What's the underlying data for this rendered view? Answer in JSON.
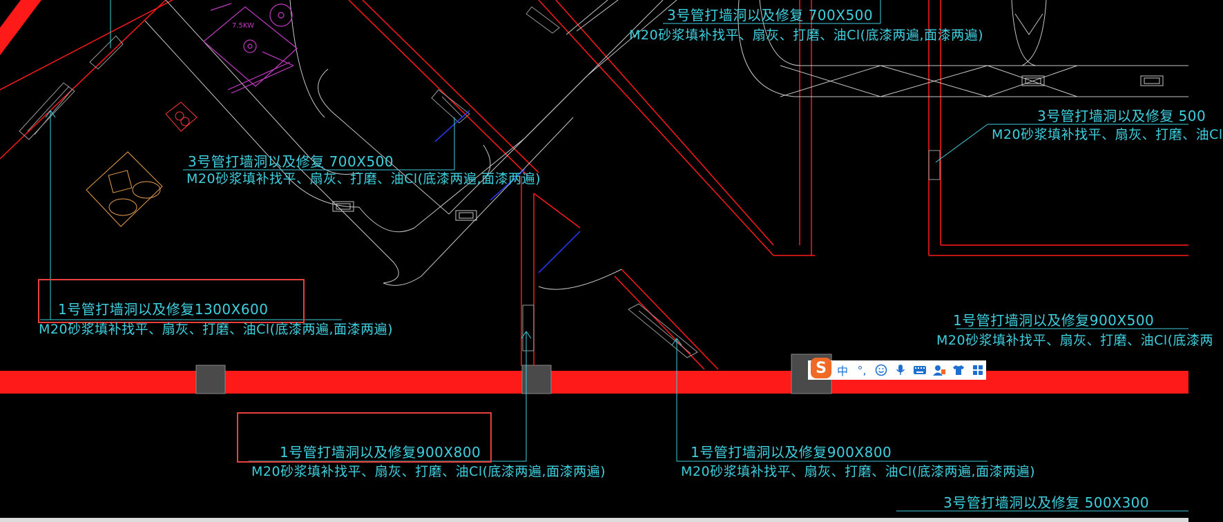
{
  "annotations": {
    "a1_line1": "3号管打墙洞以及修复 700X500",
    "a1_line2": "M20砂浆填补找平、扇灰、打磨、油Cl(底漆两遍,面漆两遍)",
    "a2_line1": "3号管打墙洞以及修复 700X500",
    "a2_line2": "M20砂浆填补找平、扇灰、打磨、油Cl(底漆两遍,面漆两遍)",
    "a3_line1": "3号管打墙洞以及修复  500",
    "a3_line2": "M20砂浆填补找平、扇灰、打磨、油Cl",
    "a4_line1": "1号管打墙洞以及修复1300X600",
    "a4_line2": "M20砂浆填补找平、扇灰、打磨、油Cl(底漆两遍,面漆两遍)",
    "a5_line1": "1号管打墙洞以及修复900X500",
    "a5_line2": "M20砂浆填补找平、扇灰、打磨、油Cl(底漆两",
    "a6_line1": "1号管打墙洞以及修复900X800",
    "a6_line2": "M20砂浆填补找平、扇灰、打磨、油Cl(底漆两遍,面漆两遍)",
    "a7_line1": "1号管打墙洞以及修复900X800",
    "a7_line2": "M20砂浆填补找平、扇灰、打磨、油Cl(底漆两遍,面漆两遍)",
    "a8_line1": "3号管打墙洞以及修复  500X300"
  },
  "motor_label": "7.5KW",
  "ime_toolbar": {
    "logo": "S",
    "items": [
      "中",
      "°,",
      "☺",
      "mic",
      "keyboard",
      "user",
      "shirt",
      "grid"
    ],
    "mode_label": "中",
    "punct_label": "°,"
  },
  "colors": {
    "background": "#000000",
    "text": "#3fd0e0",
    "wall_red": "#ff1a1a",
    "highlight_box": "#e8403a",
    "duct": "#c8c8c8",
    "motor": "#c23ac2"
  }
}
